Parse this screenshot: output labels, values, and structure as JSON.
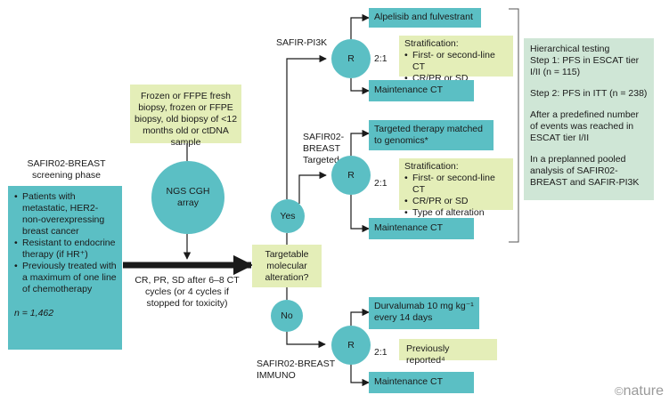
{
  "screening": {
    "title": "SAFIR02-BREAST screening phase",
    "criteria": [
      "Patients with metastatic, HER2-non-overexpressing breast cancer",
      "Resistant to endocrine therapy (if HR⁺)",
      "Previously treated with a maximum of one line of chemotherapy"
    ],
    "n": "n = 1,462"
  },
  "biopsy": "Frozen or FFPE fresh biopsy, frozen or FFPE biopsy, old biopsy of <12 months old or ctDNA sample",
  "ngs": "NGS CGH array",
  "response": "CR, PR, SD after 6–8 CT cycles (or 4 cycles if stopped for toxicity)",
  "question": "Targetable molecular alteration?",
  "yes": "Yes",
  "no": "No",
  "random_label": "R",
  "ratio": "2:1",
  "pi3k": {
    "label": "SAFIR-PI3K",
    "arm_top": "Alpelisib and fulvestrant",
    "arm_bottom": "Maintenance CT",
    "strat_title": "Stratification:",
    "strat_items": [
      "First- or second-line CT",
      "CR/PR or SD"
    ]
  },
  "targeted": {
    "label": "SAFIR02-BREAST Targeted",
    "arm_top": "Targeted therapy matched to genomics*",
    "arm_bottom": "Maintenance CT",
    "strat_title": "Stratification:",
    "strat_items": [
      "First- or second-line CT",
      "CR/PR or SD",
      "Type of alteration"
    ]
  },
  "immuno": {
    "label": "SAFIR02-BREAST IMMUNO",
    "arm_top": "Durvalumab 10 mg kg⁻¹ every 14 days",
    "arm_bottom": "Maintenance CT",
    "note": "Previously reported⁴"
  },
  "hierarchy": {
    "title": "Hierarchical testing",
    "step1": "Step 1: PFS in ESCAT tier I/II (n = 115)",
    "step2": "Step 2: PFS in ITT (n = 238)",
    "after": "After a predefined number of events was reached in ESCAT tier I/II",
    "pooled": "In a preplanned pooled analysis of SAFIR02-BREAST and SAFIR-PI3K"
  },
  "logo": "nature"
}
